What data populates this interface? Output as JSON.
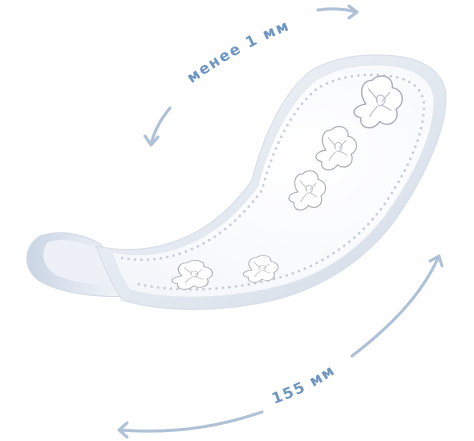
{
  "image": {
    "subject": "panty-liner",
    "colors": {
      "accent_text": "#6d95c2",
      "arrow": "#aec1d6",
      "pad_edge": "#dfe5ee",
      "pad_surface": "#ffffff",
      "stitch_dots": "#c7ccd6",
      "flower_outline": "#a9adb6"
    },
    "icons": [
      "curved-arrow-icon",
      "curved-arrow-icon",
      "flower-embossing-icon"
    ]
  },
  "dimensions": {
    "thickness_label": "менее 1 мм",
    "length_label": "155 мм"
  }
}
